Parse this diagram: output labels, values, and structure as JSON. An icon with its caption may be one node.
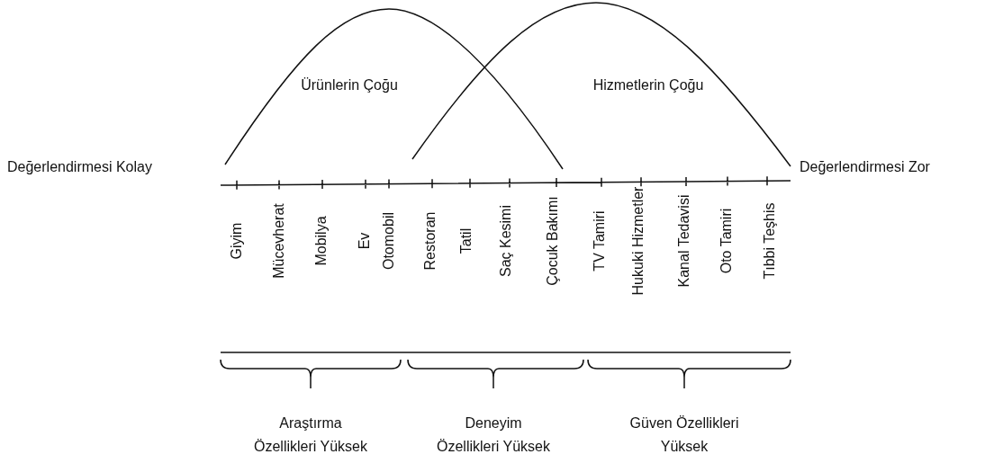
{
  "diagram": {
    "labels": [
      "Ürünlerin Çoğu",
      "Hizmetlerin Çoğu",
      "Değerlendirmesi Kolay",
      "Değerlendirmesi Zor",
      "Giyim",
      "Mücevherat",
      "Mobilya",
      "Ev",
      "Otomobil",
      "Restoran",
      "Tatil",
      "Saç Kesimi",
      "Çocuk Bakımı",
      "TV Tamiri",
      "Hukuki Hizmetler",
      "Kanal Tedavisi",
      "Oto Tamiri",
      "Tıbbi Teşhis",
      "Araştırma Özellikleri Yüksek",
      "Deneyim Özellikleri Yüksek",
      "Güven Özellikleri Yüksek"
    ]
  }
}
